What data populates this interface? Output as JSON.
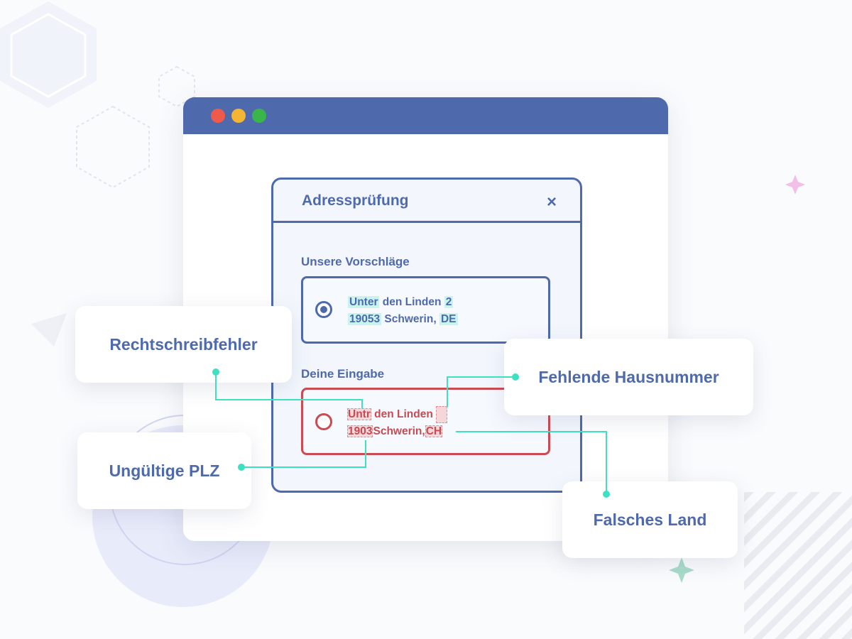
{
  "browser": {
    "window_controls": [
      {
        "name": "close",
        "color": "#ef5a4a"
      },
      {
        "name": "minimize",
        "color": "#f2b534"
      },
      {
        "name": "maximize",
        "color": "#39b54a"
      }
    ]
  },
  "dialog": {
    "title": "Adressprüfung",
    "close_icon": "×",
    "suggestions_label": "Unsere Vorschläge",
    "suggestion": {
      "selected": true,
      "street": "Unter",
      "street_rest": "den Linden",
      "house_number": "2",
      "postal_code": "19053",
      "city": "Schwerin,",
      "country": "DE"
    },
    "input_label": "Deine Eingabe",
    "input": {
      "selected": false,
      "street": "Untr",
      "street_rest": "den Linden",
      "house_number": " ",
      "postal_code": "1903",
      "city": "Schwerin,",
      "country": "CH"
    }
  },
  "callouts": {
    "spelling": "Rechtschreibfehler",
    "missing_house_number": "Fehlende Hausnummer",
    "invalid_postal_code": "Ungültige PLZ",
    "wrong_country": "Falsches Land"
  },
  "colors": {
    "primary": "#4e6aad",
    "error": "#cc4a52",
    "connector": "#3de0c0",
    "highlight_ok": "#c8f3ee",
    "highlight_error": "#f6d7d9"
  }
}
